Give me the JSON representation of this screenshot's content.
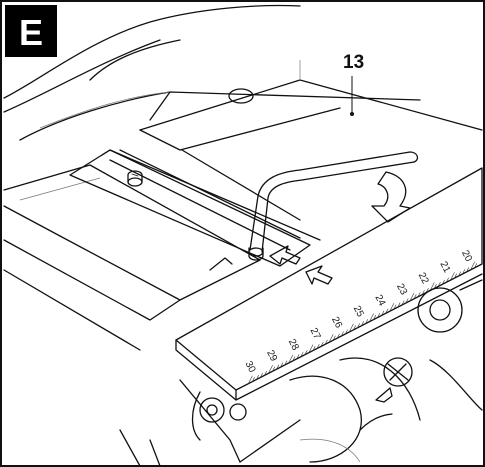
{
  "figure": {
    "panel_letter": "E",
    "callout_number": "13"
  },
  "ruler": {
    "tick_numbers": [
      "20",
      "21",
      "22",
      "23",
      "24",
      "25",
      "26",
      "27",
      "28",
      "29",
      "30"
    ]
  },
  "colors": {
    "panel_badge": "#000000",
    "panel_badge_text": "#ffffff",
    "outline": "#111111",
    "ruler_fill": "#eaeaea",
    "arrow_fill": "#ffffff"
  },
  "icons": [
    "rotation-arrow-icon",
    "push-arrow-icon"
  ]
}
